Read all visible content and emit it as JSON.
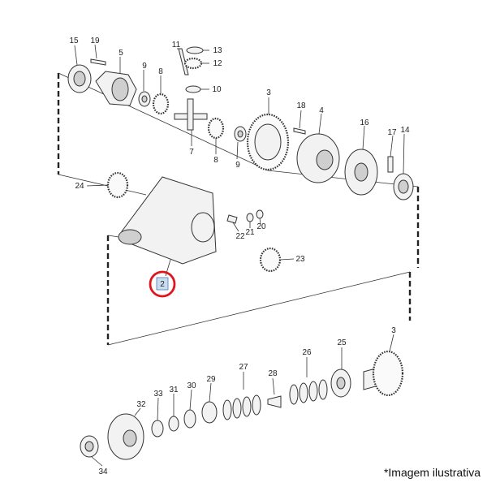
{
  "caption": "*Imagem ilustrativa",
  "highlight_color": "#e0161f",
  "badge_fill": "#c9dcf0",
  "callouts": {
    "c15": "15",
    "c19": "19",
    "c5": "5",
    "c9a": "9",
    "c8a": "8",
    "c11": "11",
    "c13": "13",
    "c12": "12",
    "c10": "10",
    "c7": "7",
    "c8b": "8",
    "c9b": "9",
    "c3a": "3",
    "c18": "18",
    "c4": "4",
    "c16": "16",
    "c17": "17",
    "c14": "14",
    "c24": "24",
    "c2": "2",
    "c22": "22",
    "c21": "21",
    "c20": "20",
    "c23": "23",
    "c27": "27",
    "c26": "26",
    "c25": "25",
    "c3b": "3",
    "c28": "28",
    "c29": "29",
    "c30": "30",
    "c31": "31",
    "c33": "33",
    "c32": "32",
    "c34": "34"
  }
}
